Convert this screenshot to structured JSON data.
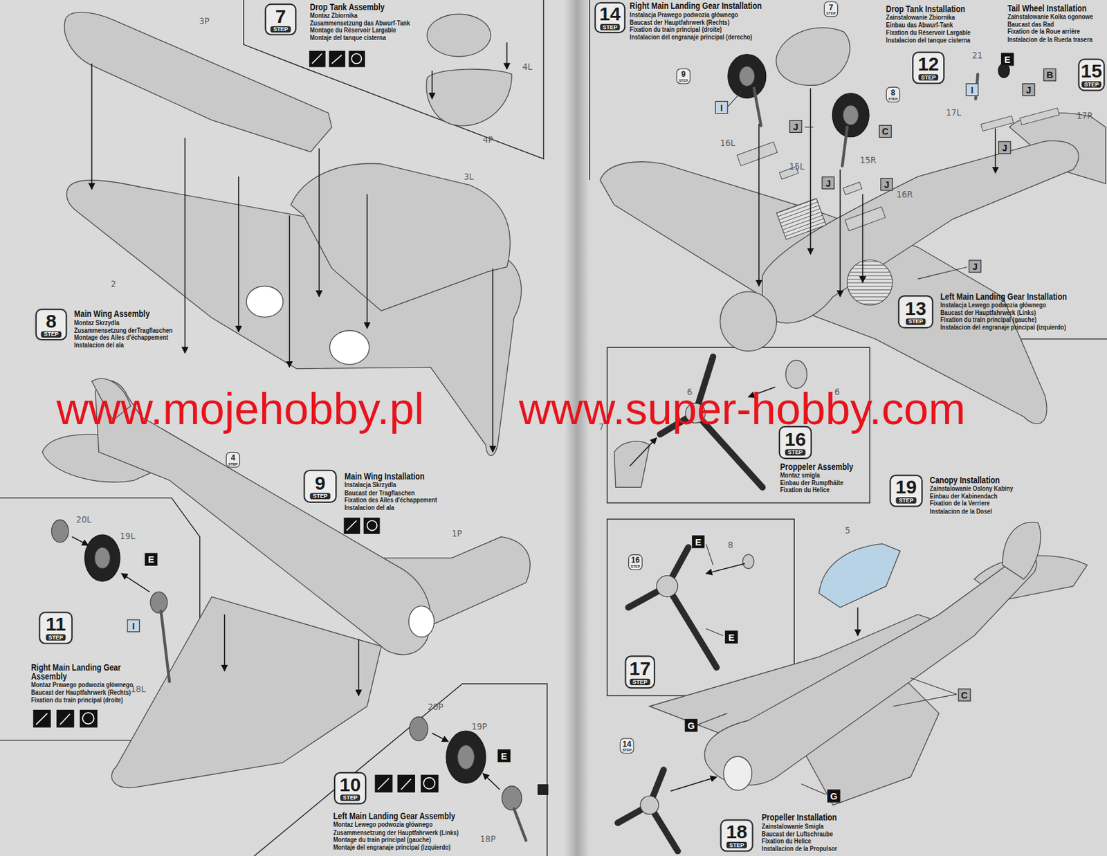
{
  "diagram": {
    "nodes": [
      {
        "text": [
          "7",
          "STEP",
          "Drop Tank Assembly",
          "Montaz Zbiornika",
          "Zusammensetzung das Abwurf-Tank",
          "Montage du Réservoir Largable",
          "Montaje del tanque cisterna"
        ]
      },
      {
        "text": [
          "8",
          "STEP",
          "Main Wing Assembly",
          "Montaz Skrzydla",
          "Zusammensetzung derTragflaschen",
          "Montage des Ailes d'échappement",
          "Instalacion del ala"
        ]
      },
      {
        "text": [
          "4",
          "STEP"
        ]
      },
      {
        "text": [
          "9",
          "STEP",
          "Main Wing Installation",
          "Instalacja Skrzydla",
          "Baucast der Tragflaschen",
          "Fixation des Ailes d'échappement",
          "Instalacion del ala"
        ]
      },
      {
        "text": [
          "E"
        ]
      },
      {
        "text": [
          "I"
        ]
      },
      {
        "text": [
          "11",
          "STEP",
          "Right Main Landing Gear Assembly",
          "Montaz Prawego podwozia głównego",
          "Baucast der Hauptfahrwerk (Rechts)",
          "Fixation du train principal (droite)"
        ]
      },
      {
        "text": [
          "E"
        ]
      },
      {
        "text": [
          "10",
          "STEP",
          "Left Main Landing Gear Assembly",
          "Montaz Lewego podwozia głównego",
          "Zusammensetzung der Hauptfahrwerk (Links)",
          "Montage du train principal (gauche)",
          "Montaje del engranaje principal (izquierdo)"
        ]
      },
      {
        "text": [
          "14",
          "STEP",
          "Right Main Landing Gear Installation",
          "Instalacja Prawego podwozia głównego",
          "Baucast der Hauptfahrwerk (Rechts)",
          "Fixation du train principal (droite)",
          "Instalacion del engranaje principal (derecho)"
        ]
      },
      {
        "text": [
          "7",
          "STEP"
        ]
      },
      {
        "text": [
          "12",
          "STEP",
          "Drop Tank Installation",
          "Zainstalowanie Zbiornika",
          "Einbau das Abwurf-Tank",
          "Fixation du Réservoir Largable",
          "Instalacion del tanque cisterna"
        ]
      },
      {
        "text": [
          "E"
        ]
      },
      {
        "text": [
          "B"
        ]
      },
      {
        "text": [
          "15",
          "STEP",
          "Tail Wheel Installation",
          "Zainstalowanie Kolka ogonowe",
          "Baucast das Rad",
          "Fixation de la Roue arrière",
          "Instalacion de la Rueda trasera"
        ]
      },
      {
        "text": [
          "9",
          "STEP"
        ]
      },
      {
        "text": [
          "I"
        ]
      },
      {
        "text": [
          "8",
          "STEP"
        ]
      },
      {
        "text": [
          "J"
        ]
      },
      {
        "text": [
          "C"
        ]
      },
      {
        "text": [
          "I"
        ]
      },
      {
        "text": [
          "J"
        ]
      },
      {
        "text": [
          "J"
        ]
      },
      {
        "text": [
          "J"
        ]
      },
      {
        "text": [
          "J"
        ]
      },
      {
        "text": [
          "J"
        ]
      },
      {
        "text": [
          "13",
          "STEP",
          "Left Main Landing Gear Installation",
          "Instalacja Lewego podwozia głównego",
          "Baucast der Hauptfahrwerk (Links)",
          "Fixation du train principal (gauche)",
          "Instalacion del engranaje principal (izquierdo)"
        ]
      },
      {
        "text": [
          "16",
          "STEP",
          "Proppeler Assembly",
          "Montaz smigla",
          "Einbau der Rumpfhäite",
          "Fixation du Helice"
        ]
      },
      {
        "text": [
          "19",
          "STEP",
          "Canopy Installation",
          "Zainstalowanie Oslony Kabiny",
          "Einbau der Kabinendach",
          "Fixation de la Verriere",
          "Instalacion de la Dosel"
        ]
      },
      {
        "text": [
          "16",
          "STEP"
        ]
      },
      {
        "text": [
          "E"
        ]
      },
      {
        "text": [
          "E"
        ]
      },
      {
        "text": [
          "17",
          "STEP"
        ]
      },
      {
        "text": [
          "C"
        ]
      },
      {
        "text": [
          "G"
        ]
      },
      {
        "text": [
          "14",
          "STEP"
        ]
      },
      {
        "text": [
          "G"
        ]
      },
      {
        "text": [
          "18",
          "STEP",
          "Propeller Installation",
          "Zainstalowanie Smigla",
          "Baucast der Luftschraube",
          "Fixation du Helice",
          "Installacion de la Propulsor"
        ]
      }
    ],
    "labels": [
      "3P",
      "4L",
      "4P",
      "3L",
      "2",
      "www.mojehobby.pl",
      "www.super-hobby.com",
      "1P",
      "20L",
      "19L",
      "18L",
      "20P",
      "19P",
      "18P",
      "16L",
      "15L",
      "15R",
      "16R",
      "17L",
      "17R",
      "21",
      "6",
      "6",
      "7",
      "8",
      "5"
    ]
  }
}
